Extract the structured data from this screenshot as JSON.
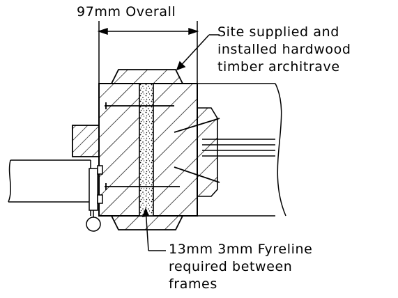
{
  "dimension": {
    "label": "97mm Overall"
  },
  "notes": {
    "architrave": [
      "Site supplied and",
      "installed hardwood",
      "timber architrave"
    ],
    "fyreline": [
      "13mm 3mm Fyreline",
      "required between",
      "frames"
    ]
  },
  "colors": {
    "line": "#000000",
    "background": "#ffffff"
  }
}
